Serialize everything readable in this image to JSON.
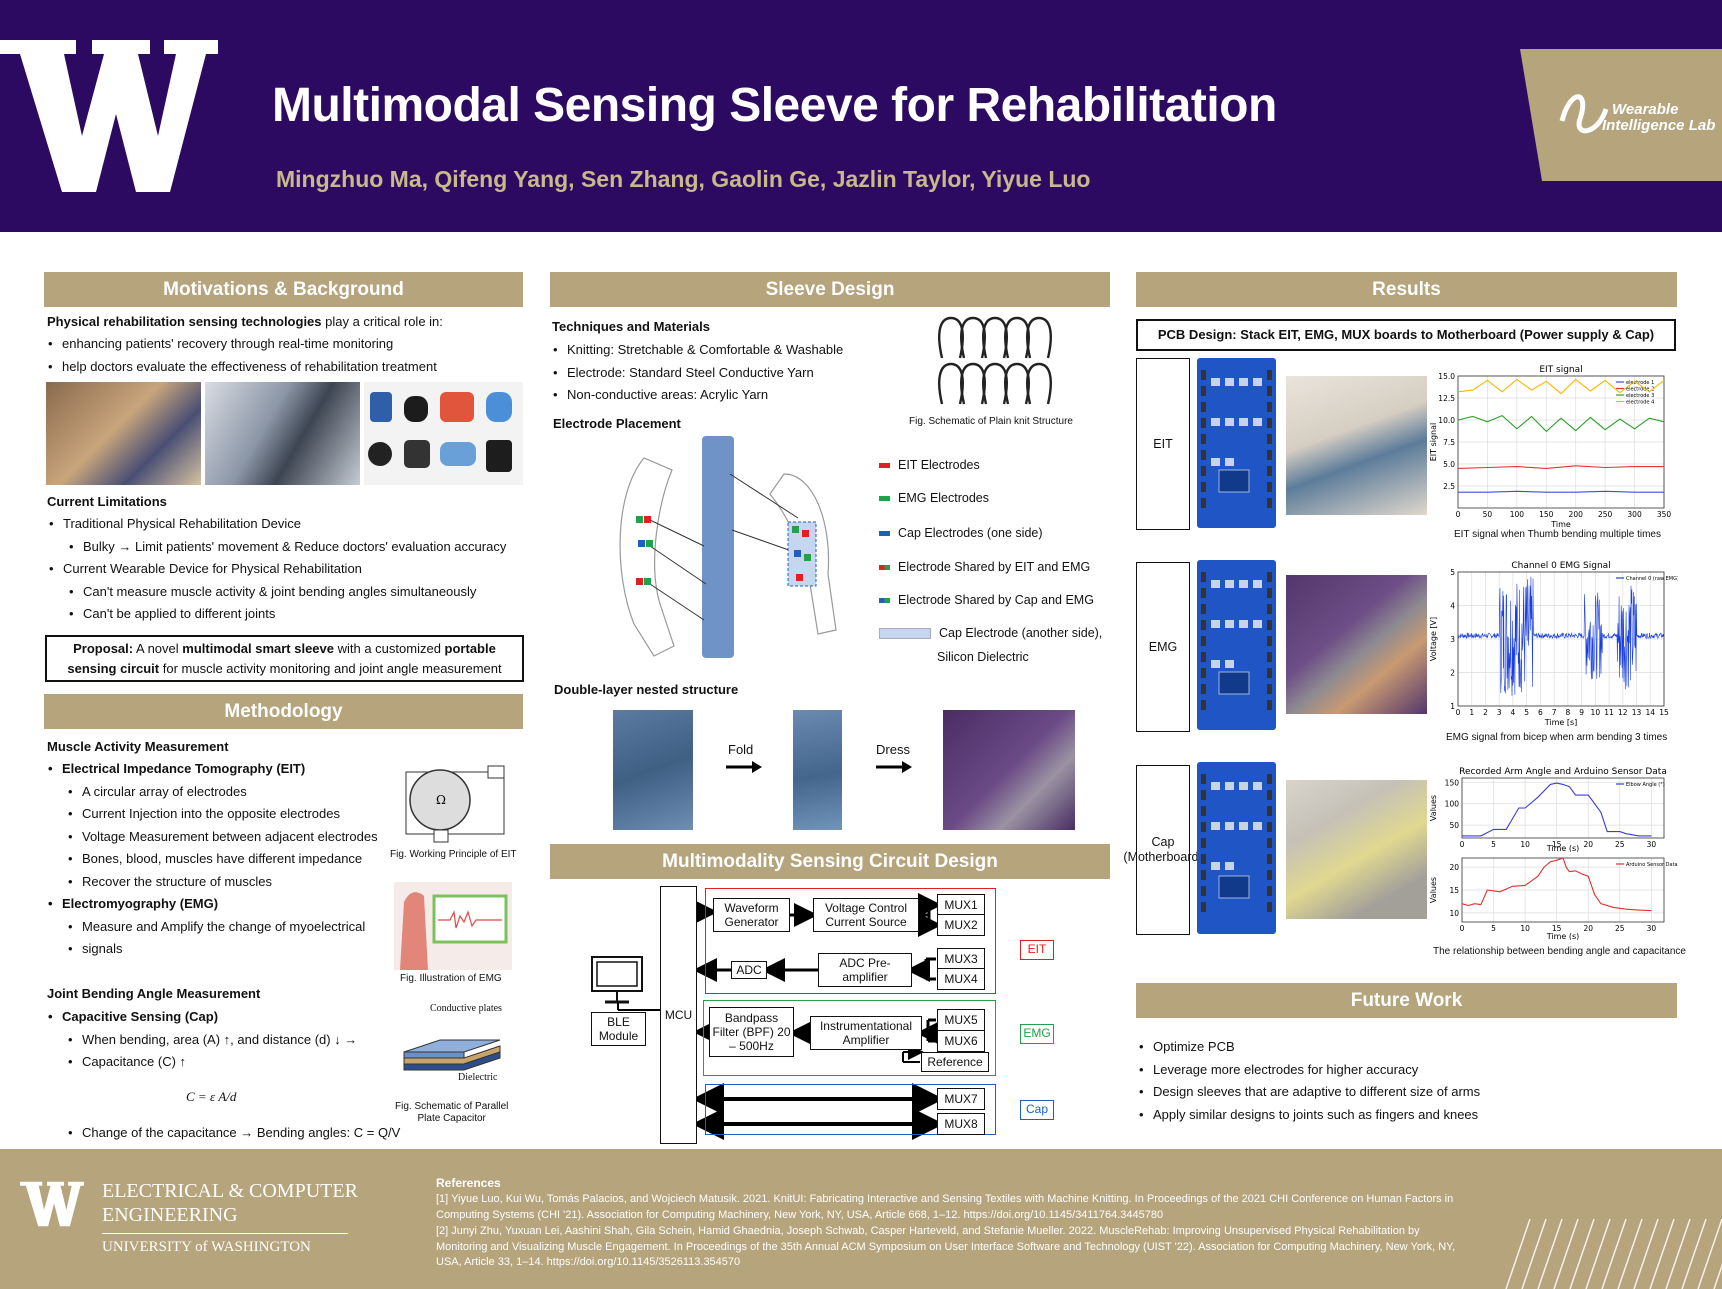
{
  "header": {
    "title": "Multimodal Sensing Sleeve for Rehabilitation",
    "authors": "Mingzhuo Ma, Qifeng Yang, Sen Zhang, Gaolin Ge, Jazlin Taylor,  Yiyue Luo",
    "lab_line1": "Wearable",
    "lab_line2": "Intelligence Lab",
    "colors": {
      "purple": "#2d0a62",
      "gold": "#b5a47c"
    }
  },
  "motivations": {
    "heading": "Motivations & Background",
    "intro_bold": "Physical rehabilitation sensing technologies",
    "intro_rest": " play a critical role in:",
    "bullets": [
      "enhancing patients' recovery through real-time monitoring",
      "help doctors evaluate the effectiveness of rehabilitation treatment"
    ],
    "limits_title": "Current Limitations",
    "limits": [
      "Traditional Physical Rehabilitation Device",
      "Bulky → Limit patients' movement & Reduce doctors' evaluation accuracy",
      "Current Wearable Device for Physical Rehabilitation",
      "Can't measure muscle activity & joint bending angles simultaneously",
      "Can't be applied to different joints"
    ],
    "proposal": {
      "p1": "Proposal:",
      "p2": " A novel ",
      "p3": "multimodal smart sleeve",
      "p4": " with a customized ",
      "p5": "portable",
      "p6": "sensing circuit",
      "p7": " for muscle activity monitoring and joint angle measurement"
    }
  },
  "methodology": {
    "heading": "Methodology",
    "muscle_title": "Muscle Activity Measurement",
    "eit_title": "Electrical Impedance Tomography (EIT)",
    "eit": [
      "A circular array of electrodes",
      "Current Injection into the opposite electrodes",
      "Voltage Measurement between adjacent electrodes",
      "Bones, blood, muscles have different impedance",
      "Recover the structure of muscles"
    ],
    "emg_title": "Electromyography (EMG)",
    "emg1": "Measure and Amplify the change of myoelectrical",
    "emg2": "signals",
    "joint_title": "Joint Bending Angle Measurement",
    "cap_title": "Capacitive Sensing (Cap)",
    "cap1": "When bending, area (A) ↑, and distance (d) ↓ →",
    "cap2": "Capacitance (C) ↑",
    "formula": "C = ε A/d",
    "cap3": "Change of the capacitance → Bending angles: C = Q/V",
    "fig_eit": "Fig. Working Principle of EIT",
    "fig_emg": "Fig. Illustration of EMG",
    "fig_cap1": "Fig. Schematic of Parallel",
    "fig_cap2": "Plate Capacitor",
    "plates": "Conductive plates",
    "dielectric": "Dielectric",
    "omega": "Ω"
  },
  "sleeve": {
    "heading": "Sleeve Design",
    "tech_title": "Techniques and Materials",
    "tech": [
      "Knitting: Stretchable & Comfortable & Washable",
      "Electrode: Standard Steel Conductive Yarn",
      "Non-conductive areas: Acrylic Yarn"
    ],
    "knit_caption": "Fig. Schematic of Plain knit Structure",
    "placement_title": "Electrode Placement",
    "legend": [
      {
        "label": "EIT Electrodes",
        "color": "#e02020"
      },
      {
        "label": "EMG Electrodes",
        "color": "#22a04a"
      },
      {
        "label": "Cap Electrodes (one side)",
        "color": "#1f5fc0"
      },
      {
        "label": "Electrode Shared by EIT and EMG",
        "color": "#e02020"
      },
      {
        "label": "Electrode Shared by Cap and EMG",
        "color": "#1f5fc0"
      },
      {
        "label": "Cap Electrode (another side),",
        "color": "#c5d6ee"
      }
    ],
    "legend_extra": "Silicon Dielectric",
    "double_title": "Double-layer nested structure",
    "fold": "Fold",
    "dress": "Dress"
  },
  "circuit": {
    "heading": "Multimodality Sensing Circuit Design",
    "mcu": "MCU",
    "ble": "BLE Module",
    "waveform": "Waveform Generator",
    "vccs": "Voltage Control Current Source",
    "adc": "ADC",
    "preamp": "ADC Pre-amplifier",
    "bpf": "Bandpass Filter (BPF) 20 – 500Hz",
    "inamp": "Instrumentational Amplifier",
    "reference": "Reference",
    "mux": [
      "MUX1",
      "MUX2",
      "MUX3",
      "MUX4",
      "MUX5",
      "MUX6",
      "MUX7",
      "MUX8"
    ],
    "tags": {
      "eit": "EIT",
      "emg": "EMG",
      "cap": "Cap"
    }
  },
  "results": {
    "heading": "Results",
    "pcb_title": "PCB Design: Stack EIT, EMG, MUX boards to Motherboard (Power supply & Cap)",
    "rows": [
      {
        "label": "EIT",
        "caption": "EIT signal when Thumb bending multiple times"
      },
      {
        "label": "EMG",
        "caption": "EMG signal from bicep when arm bending 3 times"
      },
      {
        "label": "Cap (Motherboard)",
        "caption": "The relationship between bending angle and capacitance"
      }
    ]
  },
  "chart_data": [
    {
      "type": "line",
      "title": "EIT signal",
      "xlabel": "Time",
      "ylabel": "EIT signal",
      "xlim": [
        0,
        350
      ],
      "ylim": [
        0,
        15
      ],
      "xticks": [
        "0",
        "50",
        "100",
        "150",
        "200",
        "250",
        "300",
        "350"
      ],
      "yticks": [
        "2.5",
        "5.0",
        "7.5",
        "10.0",
        "12.5",
        "15.0"
      ],
      "series": [
        {
          "name": "electrode 1",
          "color": "#3b4fd8",
          "x": [
            0,
            50,
            100,
            150,
            200,
            250,
            300,
            350
          ],
          "values": [
            1.8,
            1.8,
            1.9,
            1.8,
            1.8,
            1.9,
            1.8,
            1.8
          ]
        },
        {
          "name": "electrode 2",
          "color": "#e03434",
          "x": [
            0,
            50,
            100,
            150,
            200,
            250,
            300,
            350
          ],
          "values": [
            4.5,
            4.6,
            4.7,
            4.5,
            4.8,
            4.6,
            4.7,
            4.7
          ]
        },
        {
          "name": "electrode 3",
          "color": "#2aa02a",
          "x": [
            0,
            25,
            50,
            75,
            100,
            125,
            150,
            175,
            200,
            225,
            250,
            275,
            300,
            325,
            350
          ],
          "values": [
            10,
            10.4,
            9.8,
            10.5,
            9.0,
            10.4,
            8.7,
            10.2,
            8.8,
            10.3,
            8.9,
            10.1,
            9.0,
            10.2,
            9.8
          ]
        },
        {
          "name": "electrode 4",
          "color": "#f5b800",
          "x": [
            0,
            25,
            50,
            75,
            100,
            125,
            150,
            175,
            200,
            225,
            250,
            275,
            300,
            325,
            350
          ],
          "values": [
            13.2,
            13.4,
            14.5,
            13.2,
            14.6,
            13.4,
            14.4,
            13.0,
            14.6,
            13.3,
            14.5,
            13.1,
            14.4,
            13.2,
            14.5
          ]
        }
      ]
    },
    {
      "type": "line",
      "title": "Channel 0 EMG Signal",
      "xlabel": "Time [s]",
      "ylabel": "Voltage [V]",
      "xlim": [
        0,
        15
      ],
      "ylim": [
        1,
        5
      ],
      "xticks": [
        "0",
        "1",
        "2",
        "3",
        "4",
        "5",
        "6",
        "7",
        "8",
        "9",
        "10",
        "11",
        "12",
        "13",
        "14",
        "15"
      ],
      "yticks": [
        "1",
        "2",
        "3",
        "4",
        "5"
      ],
      "series": [
        {
          "name": "Channel 0 (raw EMG)",
          "color": "#1a3fe0",
          "bursts": [
            [
              3,
              5.5,
              1.8
            ],
            [
              9.2,
              10.5,
              1.3
            ],
            [
              11.6,
              13,
              1.6
            ]
          ],
          "baseline": 3.1
        }
      ]
    },
    {
      "type": "line",
      "title": "Recorded Arm Angle and Arduino Sensor Data",
      "xlabel": "Time (s)",
      "ylabel": "Values",
      "xlim": [
        0,
        32
      ],
      "ylim": [
        20,
        160
      ],
      "xticks": [
        "0",
        "5",
        "10",
        "15",
        "20",
        "25",
        "30"
      ],
      "yticks": [
        "50",
        "100",
        "150"
      ],
      "series": [
        {
          "name": "Elbow Angle (°)",
          "color": "#3b3bdf",
          "x": [
            0,
            3,
            5,
            7,
            9,
            10,
            12,
            14,
            15,
            16,
            17,
            18,
            20,
            22,
            23,
            25,
            26,
            28,
            30
          ],
          "values": [
            25,
            25,
            40,
            40,
            90,
            90,
            115,
            145,
            148,
            145,
            140,
            120,
            120,
            80,
            35,
            35,
            30,
            25,
            25
          ]
        }
      ]
    },
    {
      "type": "line",
      "title": "",
      "xlabel": "Time (s)",
      "ylabel": "Values",
      "xlim": [
        0,
        32
      ],
      "ylim": [
        8,
        22
      ],
      "xticks": [
        "0",
        "5",
        "10",
        "15",
        "20",
        "25",
        "30"
      ],
      "yticks": [
        "10",
        "15",
        "20"
      ],
      "series": [
        {
          "name": "Arduino Sensor Data1",
          "color": "#e03030",
          "x": [
            0,
            1,
            2,
            3,
            4,
            6,
            8,
            10,
            11,
            12,
            13,
            14,
            15,
            16,
            16.5,
            17,
            18,
            19,
            20,
            21,
            22,
            24,
            26,
            28,
            30
          ],
          "values": [
            12,
            11.6,
            12,
            11.8,
            15,
            14.6,
            15.8,
            16,
            17,
            18,
            20,
            21.2,
            21.5,
            22,
            20,
            19,
            19.2,
            18.5,
            18,
            14,
            12,
            11.2,
            10.8,
            10.6,
            10.5
          ]
        }
      ]
    }
  ],
  "future": {
    "heading": "Future Work",
    "items": [
      "Optimize PCB",
      "Leverage more electrodes for higher accuracy",
      "Design sleeves that are adaptive to different size of arms",
      "Apply similar designs to joints such as fingers and knees"
    ]
  },
  "footer": {
    "dept1": "ELECTRICAL & COMPUTER",
    "dept2": "ENGINEERING",
    "univ": "UNIVERSITY of WASHINGTON",
    "ref_title": "References",
    "refs": [
      "[1] Yiyue Luo, Kui Wu, Tomás Palacios, and Wojciech Matusik. 2021. KnitUI: Fabricating Interactive and Sensing Textiles with Machine Knitting. In Proceedings of the 2021 CHI Conference on Human Factors in Computing Systems (CHI '21). Association for Computing Machinery, New York, NY, USA, Article 668, 1–12. https://doi.org/10.1145/3411764.3445780",
      "[2] Junyi Zhu, Yuxuan Lei, Aashini Shah, Gila Schein, Hamid Ghaednia, Joseph Schwab, Casper Harteveld, and Stefanie Mueller. 2022. MuscleRehab: Improving Unsupervised Physical Rehabilitation by Monitoring and Visualizing Muscle Engagement. In Proceedings of the 35th Annual ACM Symposium on User Interface Software and Technology (UIST '22). Association for Computing Machinery, New York, NY, USA, Article 33, 1–14. https://doi.org/10.1145/3526113.354570"
    ]
  }
}
